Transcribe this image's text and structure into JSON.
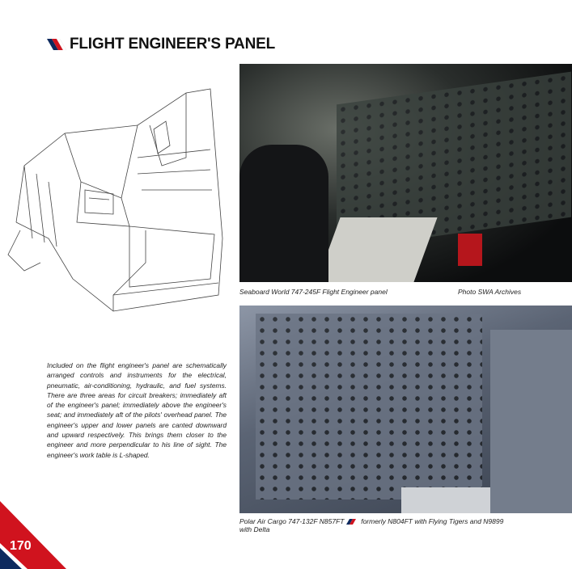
{
  "heading": "FLIGHT ENGINEER'S PANEL",
  "colors": {
    "red": "#d0131e",
    "navy": "#0d2a5e"
  },
  "photo1": {
    "caption": "Seaboard World 747-245F Flight Engineer panel",
    "credit": "Photo SWA Archives"
  },
  "photo2": {
    "caption_a": "Polar Air Cargo 747-132F N857FT",
    "caption_b": "formerly N804FT with Flying Tigers and N9899",
    "caption_c": "with Delta"
  },
  "body": "Included on the flight engineer's panel are schematically arranged controls and instruments for the electrical, pneumatic, air-conditioning, hydraulic, and fuel systems. There are three areas for circuit breakers; immediately aft of the engineer's panel; immediately above the engineer's seat; and immediately aft of the pilots' overhead panel. The engineer's upper and lower panels are canted downward and upward respectively. This brings them closer to the engineer and more perpendicular to his line of sight. The engineer's work table is L-shaped.",
  "page_number": "170"
}
